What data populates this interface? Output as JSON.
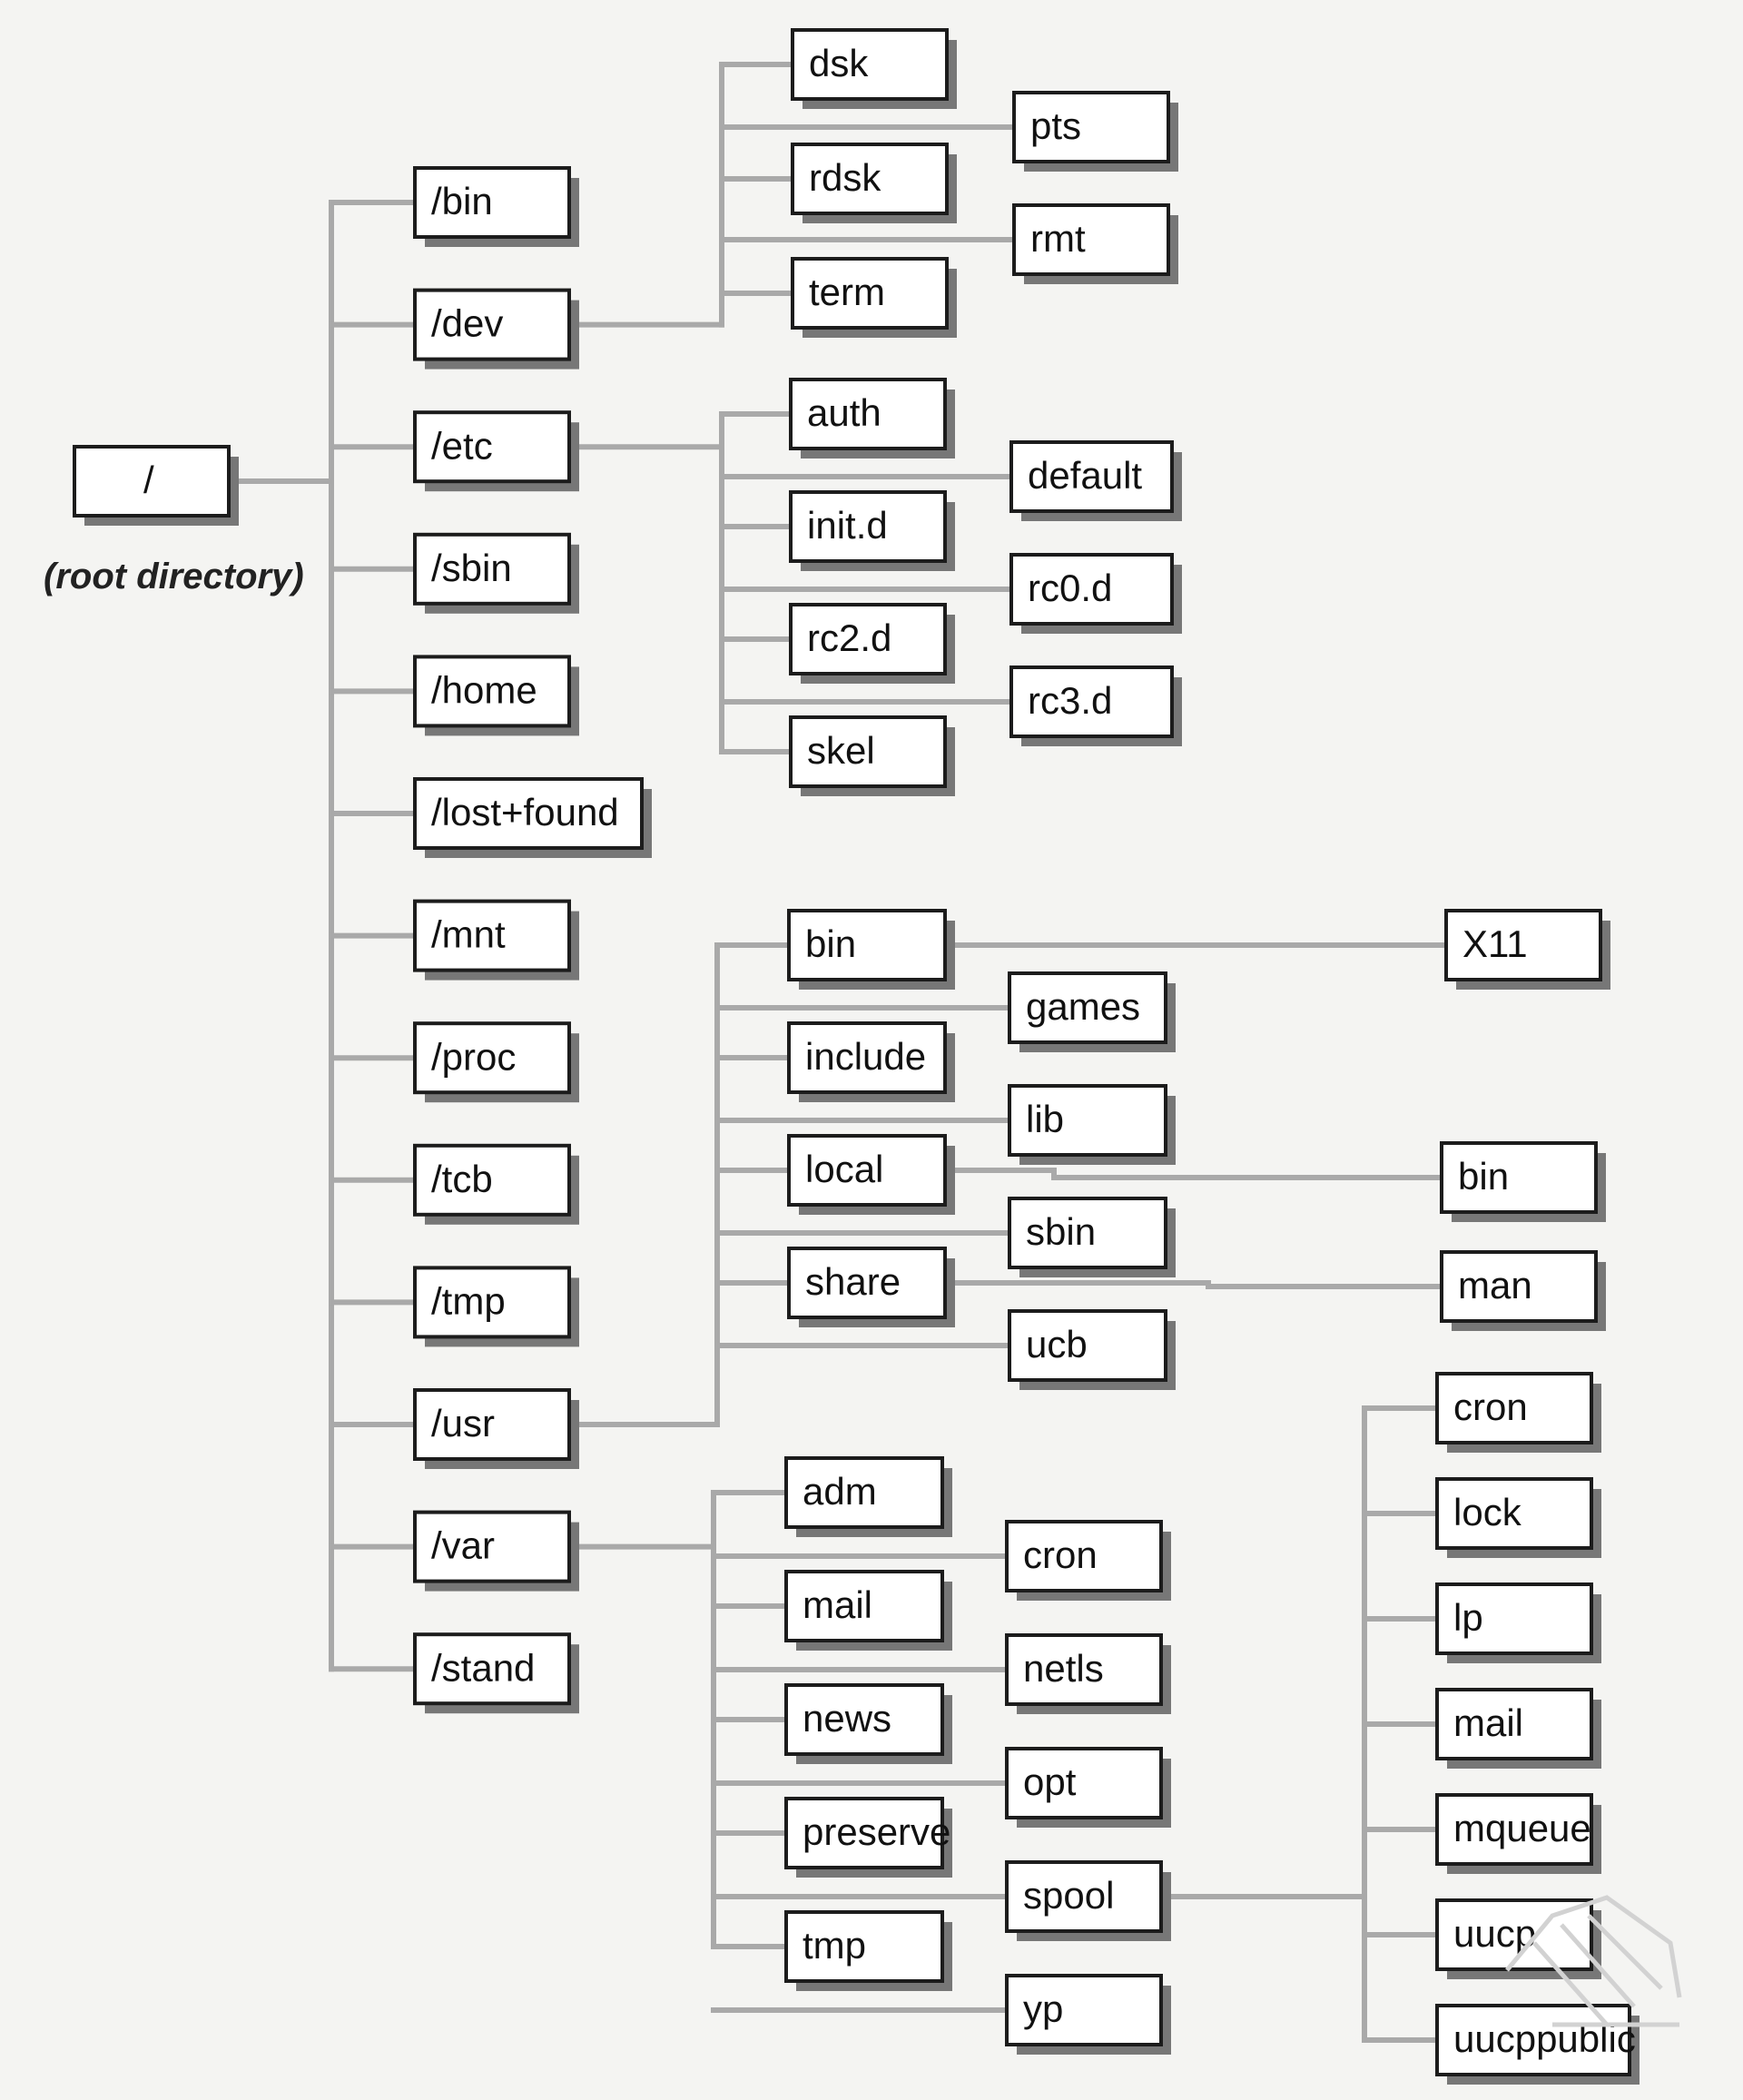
{
  "root": {
    "label": "/",
    "caption": "(root directory)"
  },
  "level1": [
    "/bin",
    "/dev",
    "/etc",
    "/sbin",
    "/home",
    "/lost+found",
    "/mnt",
    "/proc",
    "/tcb",
    "/tmp",
    "/usr",
    "/var",
    "/stand"
  ],
  "dev_children": [
    "dsk",
    "rdsk",
    "term"
  ],
  "dev_sub": [
    "pts",
    "rmt"
  ],
  "etc_children": [
    "auth",
    "init.d",
    "rc2.d",
    "skel"
  ],
  "etc_sub": [
    "default",
    "rc0.d",
    "rc3.d"
  ],
  "usr_children": [
    "bin",
    "include",
    "local",
    "share"
  ],
  "usr_sub": [
    "games",
    "lib",
    "sbin",
    "ucb"
  ],
  "usr_leaves": [
    "X11",
    "bin",
    "man"
  ],
  "var_children": [
    "adm",
    "mail",
    "news",
    "preserve",
    "tmp"
  ],
  "var_sub": [
    "cron",
    "netls",
    "opt",
    "spool",
    "yp"
  ],
  "spool_children": [
    "cron",
    "lock",
    "lp",
    "mail",
    "mqueue",
    "uucp",
    "uucppublic"
  ]
}
